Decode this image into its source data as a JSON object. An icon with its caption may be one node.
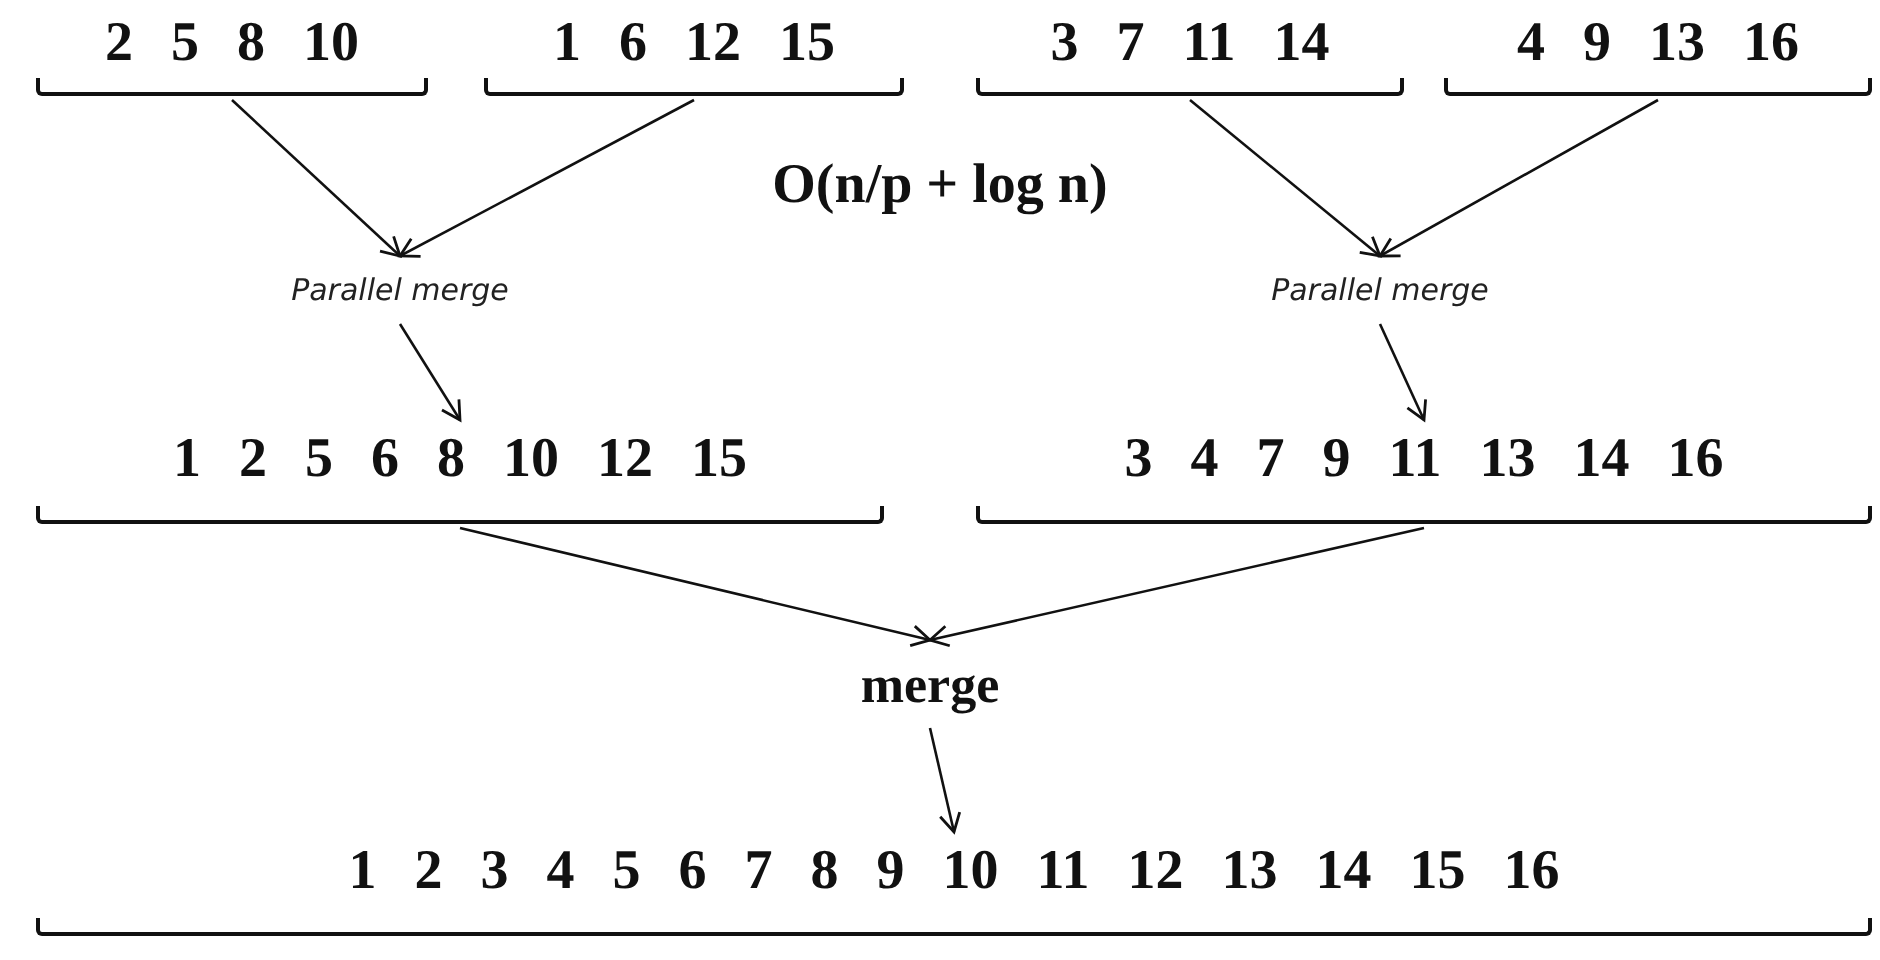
{
  "diagram": {
    "nodes": [
      {
        "text": [
          "2 5 8 10"
        ]
      },
      {
        "text": [
          "1 6 12 15"
        ]
      },
      {
        "text": [
          "3 7 11 14"
        ]
      },
      {
        "text": [
          "4 9 13 16"
        ]
      },
      {
        "text": [
          "Parallel merge"
        ]
      },
      {
        "text": [
          "Parallel merge"
        ]
      },
      {
        "text": [
          "1 2 5 6 8 10 12 15"
        ]
      },
      {
        "text": [
          "3 4 7 9 11 13 14 16"
        ]
      },
      {
        "text": [
          "merge"
        ]
      },
      {
        "text": [
          "1 2 3 4 5 6 7 8 9 10 11 12 13 14 15 16"
        ]
      }
    ],
    "edges": [
      {
        "from": 0,
        "to": 4,
        "arrow": "to"
      },
      {
        "from": 1,
        "to": 4,
        "arrow": "to"
      },
      {
        "from": 4,
        "to": 6,
        "arrow": "to"
      },
      {
        "from": 2,
        "to": 5,
        "arrow": "to"
      },
      {
        "from": 3,
        "to": 5,
        "arrow": "to"
      },
      {
        "from": 5,
        "to": 7,
        "arrow": "to"
      },
      {
        "from": 6,
        "to": 8,
        "arrow": "to"
      },
      {
        "from": 7,
        "to": 8,
        "arrow": "to"
      },
      {
        "from": 8,
        "to": 9,
        "arrow": "to"
      }
    ],
    "labels": [
      "O(n/p + log n)"
    ]
  }
}
